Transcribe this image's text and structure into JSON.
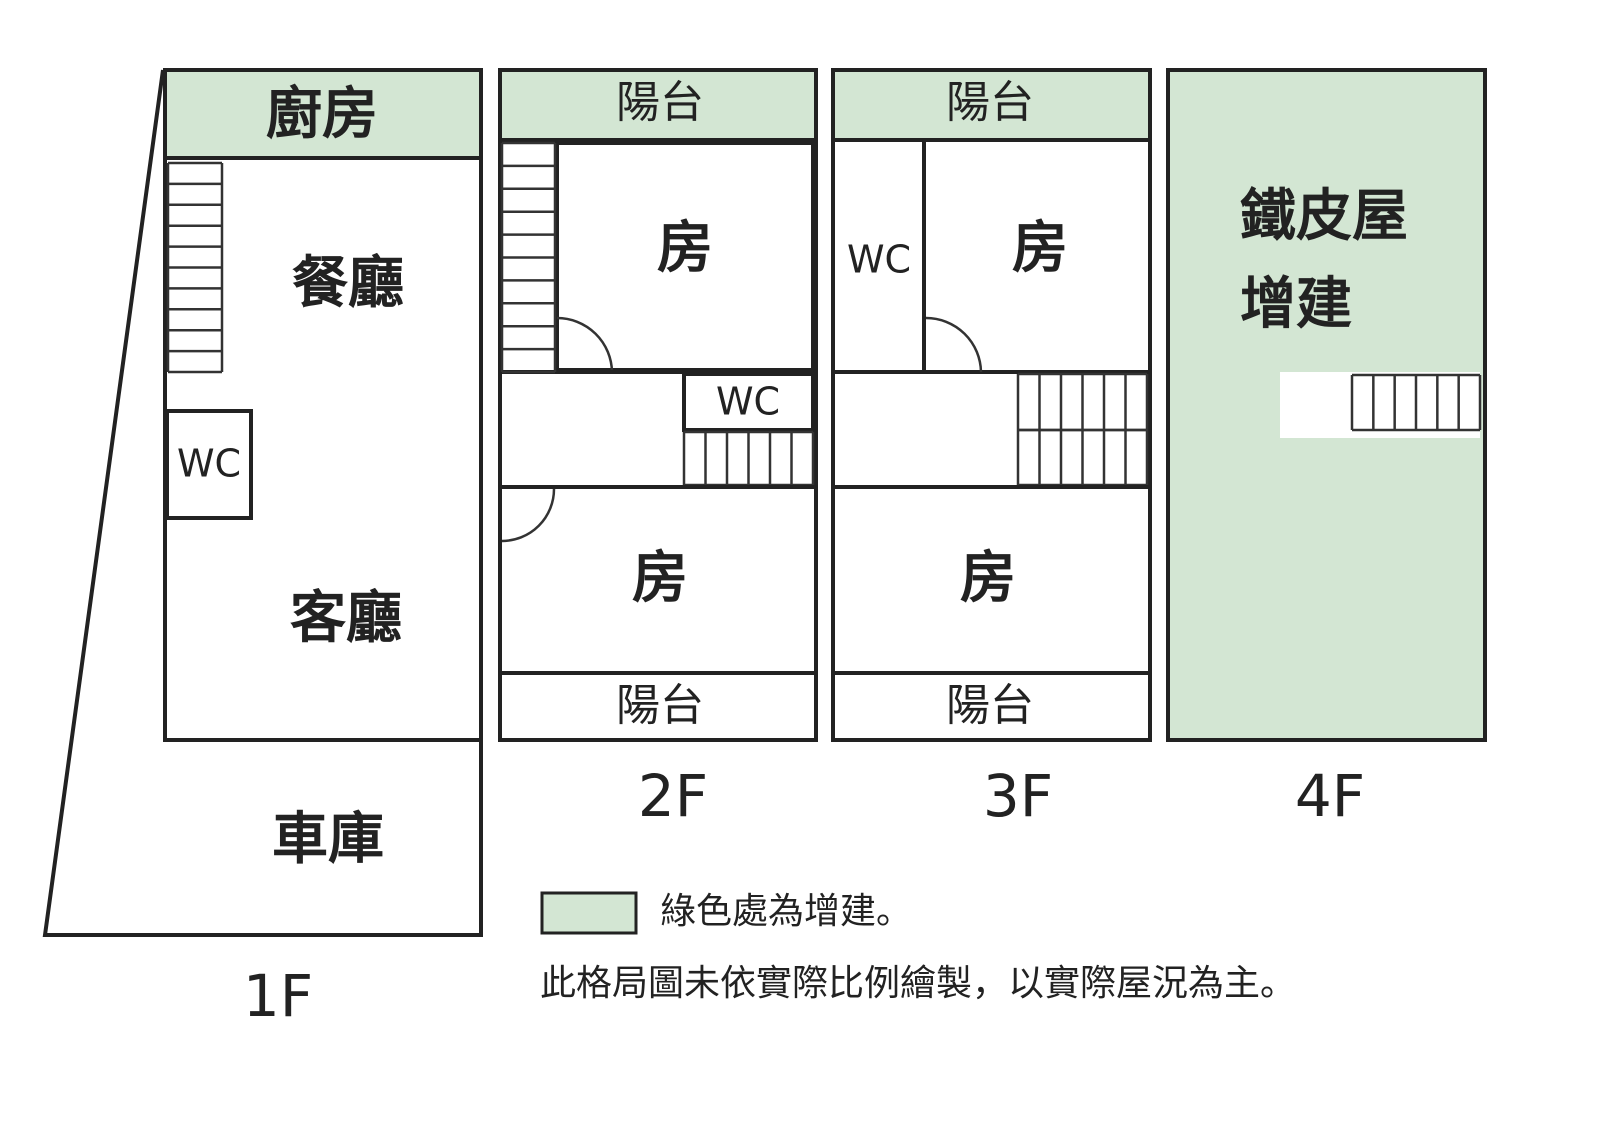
{
  "colors": {
    "addition_green": "#d3e6d3",
    "wall": "#222222"
  },
  "floors": {
    "f1": {
      "label": "1F",
      "kitchen": "廚房",
      "dining": "餐廳",
      "living": "客廳",
      "wc": "WC",
      "garage": "車庫"
    },
    "f2": {
      "label": "2F",
      "balcony_top": "陽台",
      "room_top": "房",
      "wc": "WC",
      "room_bottom": "房",
      "balcony_bottom": "陽台"
    },
    "f3": {
      "label": "3F",
      "balcony_top": "陽台",
      "wc": "WC",
      "room_top": "房",
      "room_bottom": "房",
      "balcony_bottom": "陽台"
    },
    "f4": {
      "label": "4F",
      "addition_line1": "鐵皮屋",
      "addition_line2": "增建"
    }
  },
  "legend": {
    "green_meaning": "綠色處為增建。",
    "disclaimer": "此格局圖未依實際比例繪製，以實際屋況為主。"
  }
}
